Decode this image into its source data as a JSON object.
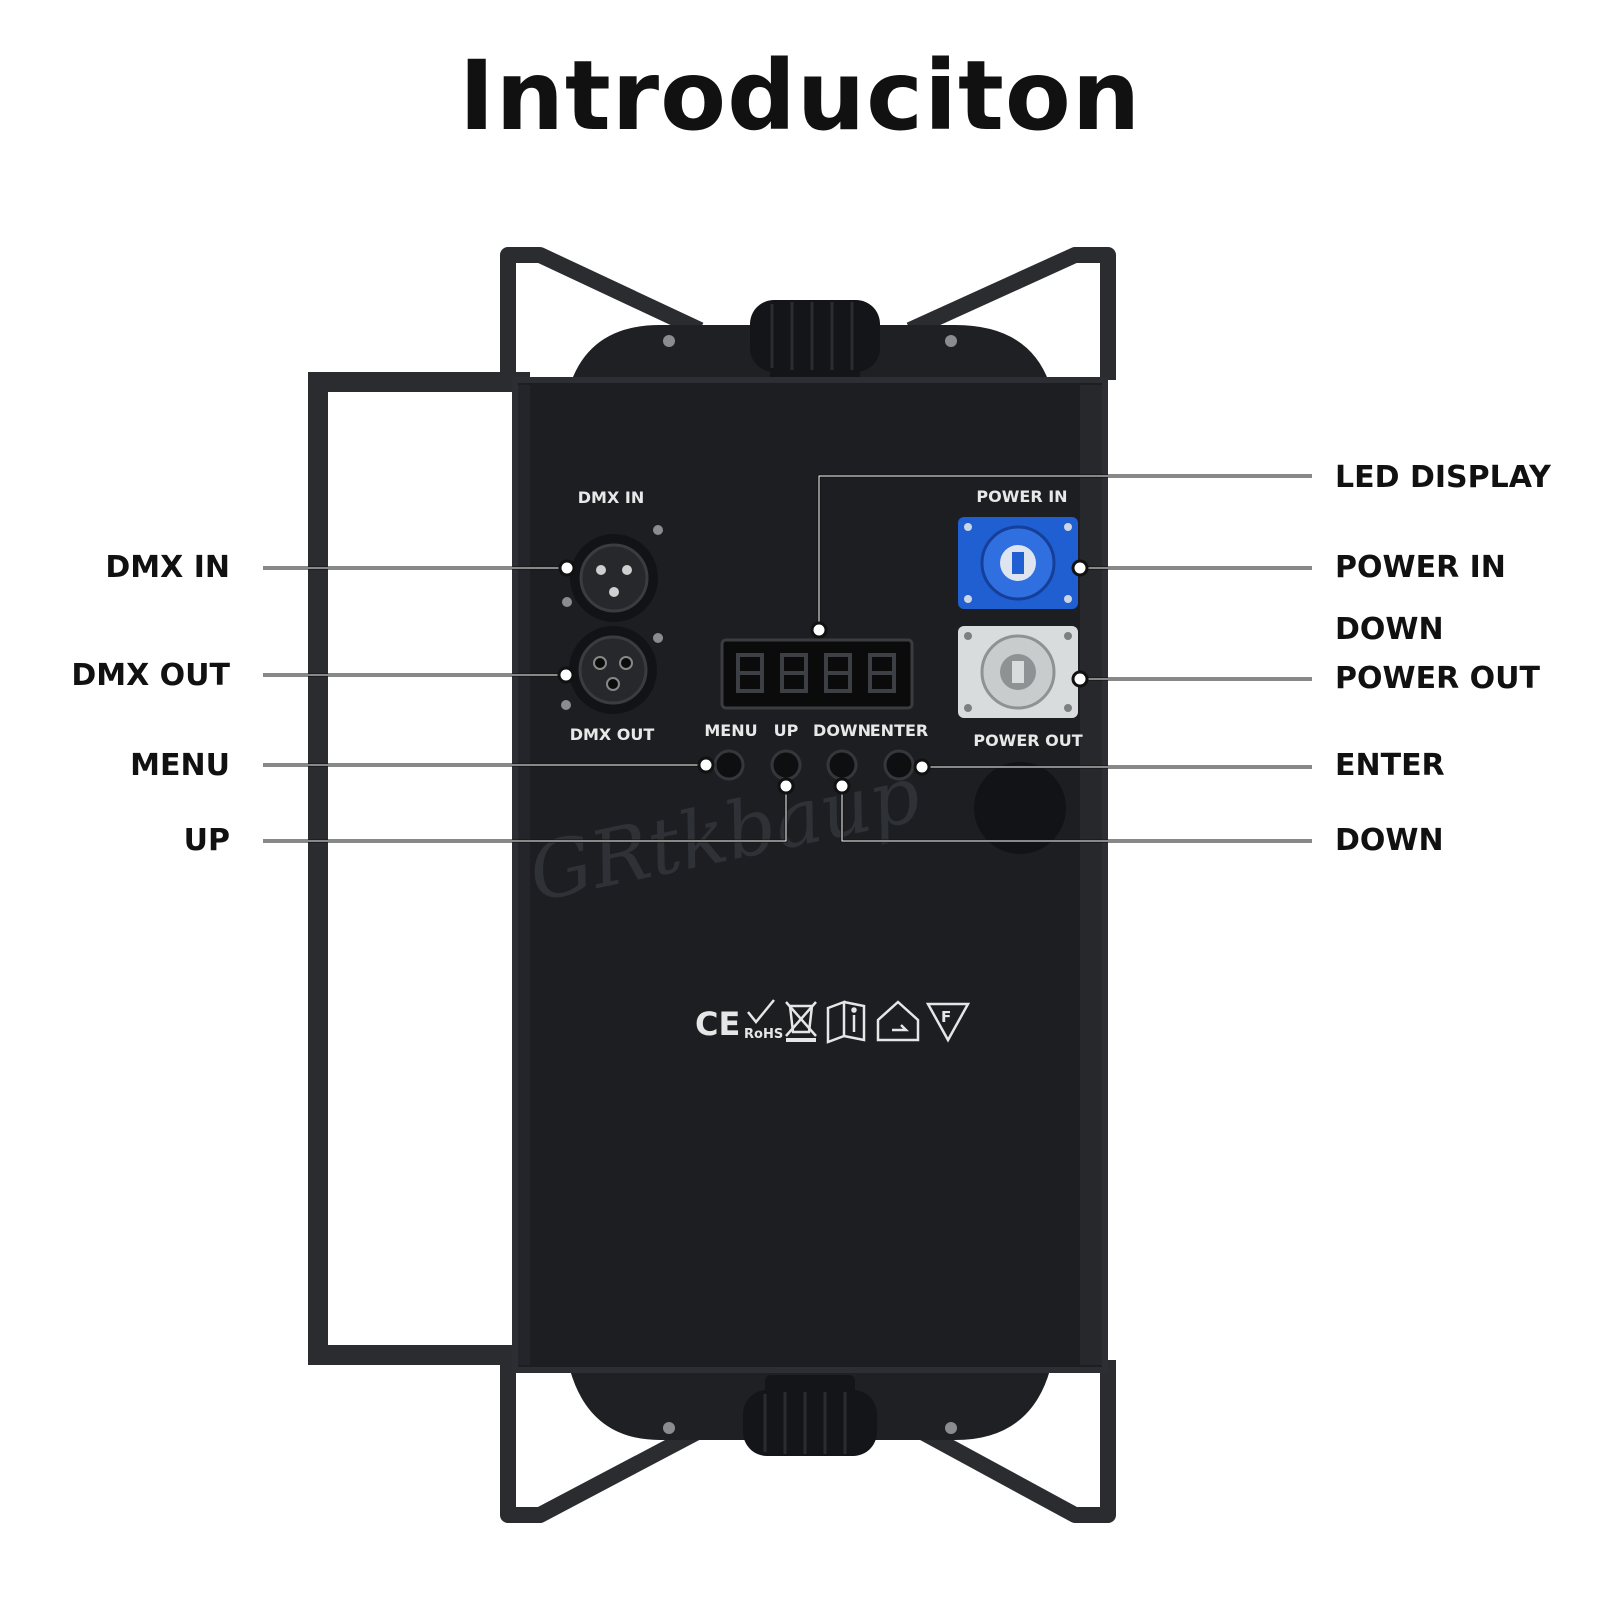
{
  "title": "Introduciton",
  "callouts": {
    "dmx_in": "DMX IN",
    "dmx_out": "DMX OUT",
    "menu": "MENU",
    "up": "UP",
    "led_display": "LED DISPLAY",
    "power_in": "POWER IN",
    "power_out_top": "DOWN",
    "power_out": "POWER OUT",
    "enter": "ENTER",
    "down": "DOWN"
  },
  "panel": {
    "dmx_in": "DMX IN",
    "dmx_out": "DMX OUT",
    "power_in": "POWER IN",
    "power_out": "POWER OUT",
    "menu": "MENU",
    "up": "UP",
    "down": "DOWN",
    "enter": "ENTER",
    "watermark": "GRtkbaup"
  },
  "certifications": [
    "CE",
    "RoHS",
    "WEEE",
    "Manual",
    "Indoor",
    "F"
  ],
  "colors": {
    "body": "#1c1e22",
    "bracket": "#2a2c30",
    "power_in_connector": "#1f5fd1",
    "power_out_connector": "#d9dcdd",
    "display": "#0b0b0c"
  }
}
